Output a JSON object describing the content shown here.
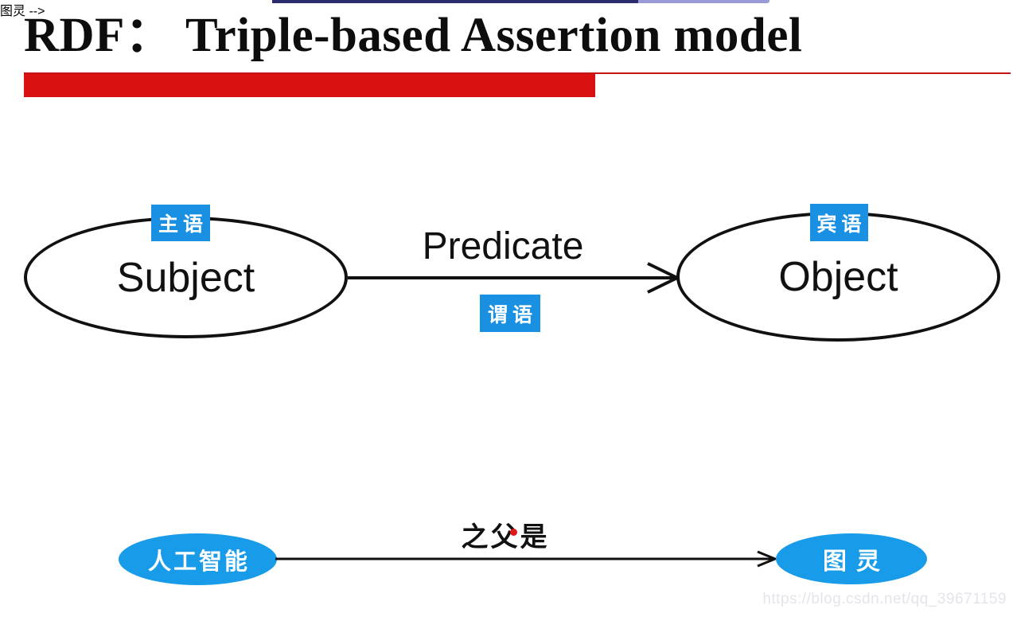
{
  "title": {
    "text": "RDF：  Triple-based Assertion model"
  },
  "colors": {
    "accent_red": "#da1111",
    "badge_blue": "#1a90e2",
    "entity_blue": "#189ce9",
    "top_line_dark": "#2b2b6e",
    "top_line_light": "#9a9ad8",
    "node_outline": "#111111",
    "relation_dot_red": "#e01818",
    "watermark_gray": "#e4e4ec"
  },
  "diagram": {
    "subject": {
      "label": "Subject",
      "badge": "主语"
    },
    "predicate": {
      "label": "Predicate",
      "badge": "谓语"
    },
    "object": {
      "label": "Object",
      "badge": "宾语"
    }
  },
  "example": {
    "source": "人工智能",
    "relation": "之父是",
    "target": "图灵"
  },
  "watermark": {
    "text": "https://blog.csdn.net/qq_39671159"
  }
}
